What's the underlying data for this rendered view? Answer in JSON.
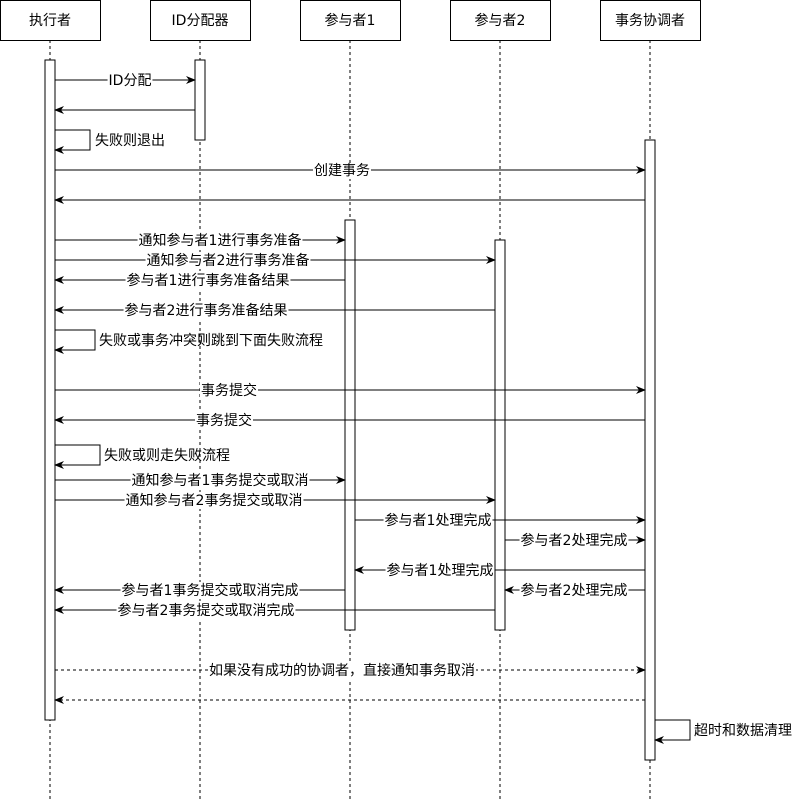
{
  "participants": [
    "执行者",
    "ID分配器",
    "参与者1",
    "参与者2",
    "事务协调者"
  ],
  "messages": [
    {
      "from": 0,
      "to": 1,
      "label": "ID分配",
      "style": "solid"
    },
    {
      "from": 1,
      "to": 0,
      "label": "",
      "style": "solid"
    },
    {
      "from": 0,
      "to": 0,
      "label": "失败则退出",
      "style": "self"
    },
    {
      "from": 0,
      "to": 4,
      "label": "创建事务",
      "style": "solid"
    },
    {
      "from": 4,
      "to": 0,
      "label": "",
      "style": "solid"
    },
    {
      "from": 0,
      "to": 2,
      "label": "通知参与者1进行事务准备",
      "style": "solid"
    },
    {
      "from": 0,
      "to": 3,
      "label": "通知参与者2进行事务准备",
      "style": "solid"
    },
    {
      "from": 2,
      "to": 0,
      "label": "参与者1进行事务准备结果",
      "style": "solid"
    },
    {
      "from": 3,
      "to": 0,
      "label": "参与者2进行事务准备结果",
      "style": "solid"
    },
    {
      "from": 0,
      "to": 0,
      "label": "失败或事务冲突则跳到下面失败流程",
      "style": "self"
    },
    {
      "from": 0,
      "to": 4,
      "label": "事务提交",
      "style": "solid"
    },
    {
      "from": 4,
      "to": 0,
      "label": "事务提交",
      "style": "solid"
    },
    {
      "from": 0,
      "to": 0,
      "label": "失败或则走失败流程",
      "style": "self"
    },
    {
      "from": 0,
      "to": 2,
      "label": "通知参与者1事务提交或取消",
      "style": "solid"
    },
    {
      "from": 0,
      "to": 3,
      "label": "通知参与者2事务提交或取消",
      "style": "solid"
    },
    {
      "from": 2,
      "to": 4,
      "label": "参与者1处理完成",
      "style": "solid"
    },
    {
      "from": 3,
      "to": 4,
      "label": "参与者2处理完成",
      "style": "solid"
    },
    {
      "from": 4,
      "to": 2,
      "label": "参与者1处理完成",
      "style": "solid"
    },
    {
      "from": 4,
      "to": 3,
      "label": "参与者2处理完成",
      "style": "solid"
    },
    {
      "from": 2,
      "to": 0,
      "label": "参与者1事务提交或取消完成",
      "style": "solid"
    },
    {
      "from": 3,
      "to": 0,
      "label": "参与者2事务提交或取消完成",
      "style": "solid"
    },
    {
      "from": 0,
      "to": 4,
      "label": "如果没有成功的协调者，直接通知事务取消",
      "style": "dashed"
    },
    {
      "from": 4,
      "to": 0,
      "label": "",
      "style": "dashed"
    },
    {
      "from": 4,
      "to": 4,
      "label": "超时和数据清理",
      "style": "self"
    }
  ]
}
